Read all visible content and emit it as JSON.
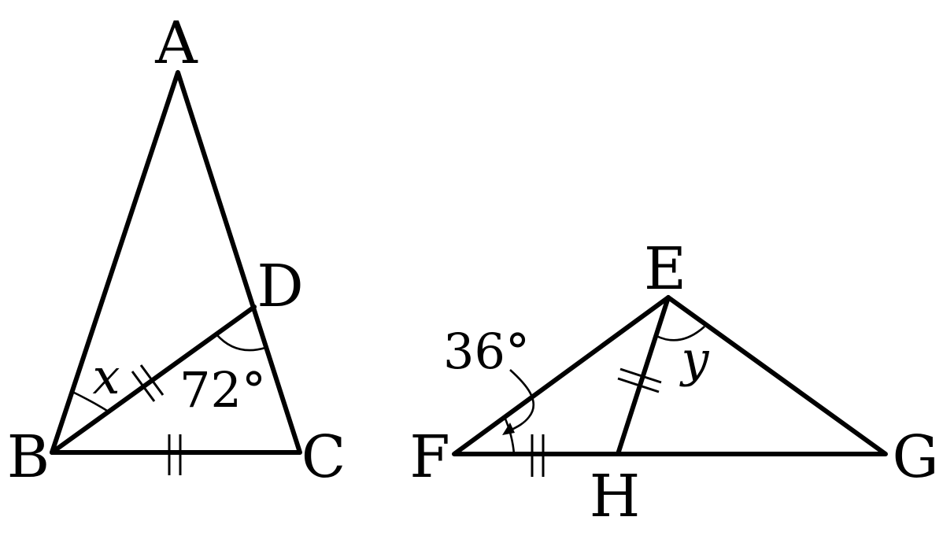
{
  "vertices": {
    "a": "A",
    "b": "B",
    "c": "C",
    "d": "D",
    "e": "E",
    "f": "F",
    "g": "G",
    "h": "H"
  },
  "angles": {
    "bdc": "72°",
    "efh": "36°",
    "abd": "x",
    "heg": "y"
  }
}
